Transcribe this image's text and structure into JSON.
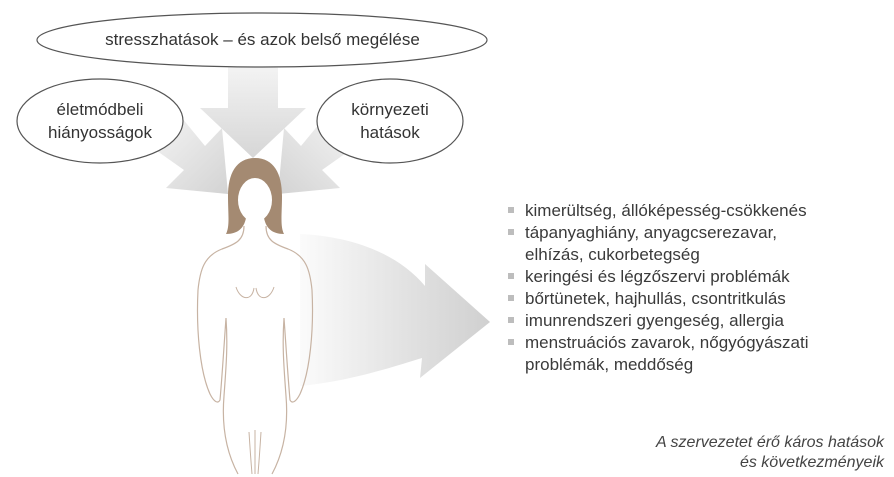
{
  "bubbles": {
    "top": "stresszhatások – és azok belső megélése",
    "left": [
      "életmódbeli",
      "hiányosságok"
    ],
    "right": [
      "környezeti",
      "hatások"
    ]
  },
  "effects": [
    [
      "kimerültség, állóképesség-csökkenés"
    ],
    [
      "tápanyaghiány, anyagcserezavar,",
      "elhízás, cukorbetegség"
    ],
    [
      "keringési és légzőszervi problémák"
    ],
    [
      "bőrtünetek, hajhullás, csontritkulás"
    ],
    [
      "imunrendszeri gyengeség, allergia"
    ],
    [
      "menstruációs zavarok, nőgyógyászati",
      "problémák, meddőség"
    ]
  ],
  "caption": [
    "A szervezetet érő káros hatások",
    "és következményeik"
  ],
  "colors": {
    "hair": "#a48a72",
    "arrow": "#d9d9d9",
    "outline": "#c7b3a3",
    "bubble_stroke": "#555555",
    "bullet": "#bdbdbd"
  }
}
